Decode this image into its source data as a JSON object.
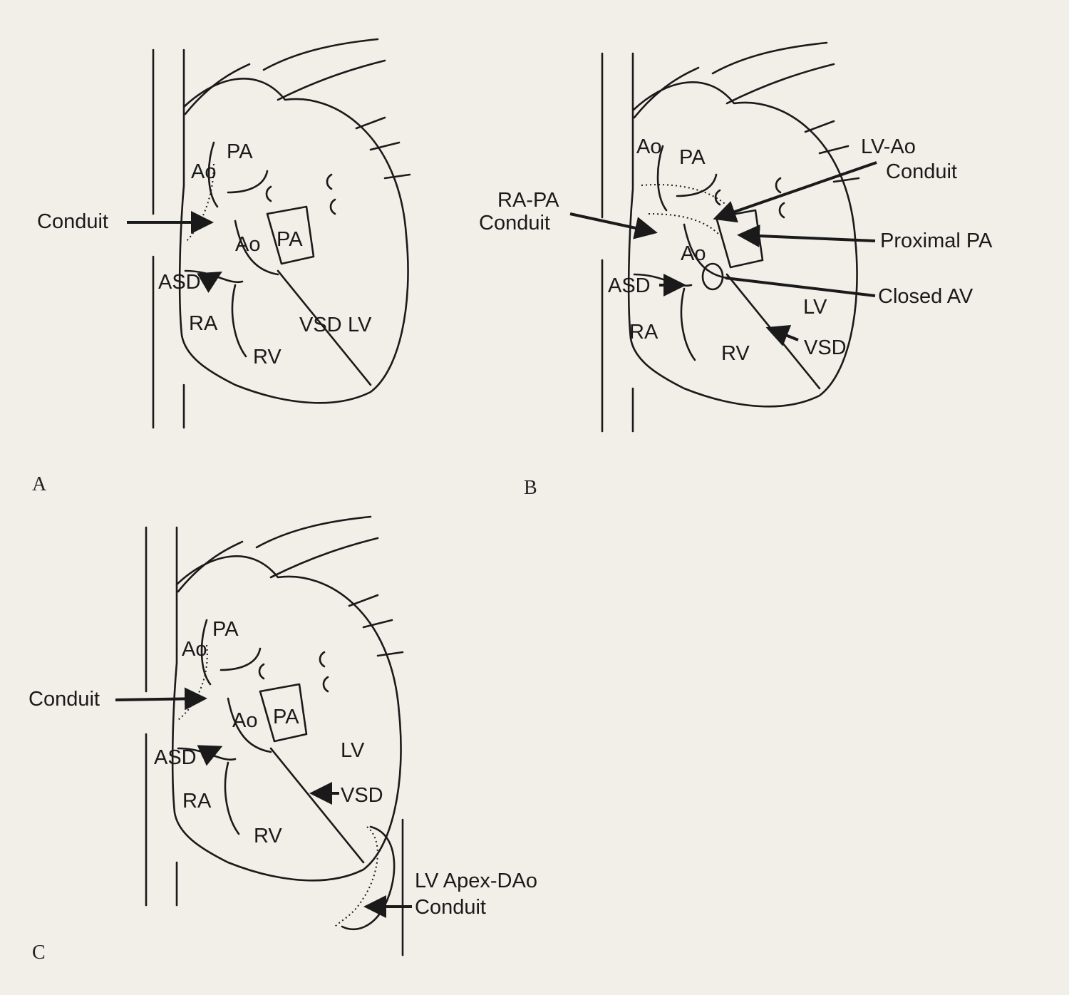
{
  "panels": {
    "a": {
      "letter": "A",
      "labels": {
        "ao_upper": "Ao",
        "pa_upper": "PA",
        "conduit": "Conduit",
        "ao_lower": "Ao",
        "pa_lower": "PA",
        "asd": "ASD",
        "ra": "RA",
        "vsd": "VSD",
        "lv": "LV",
        "rv": "RV"
      }
    },
    "b": {
      "letter": "B",
      "labels": {
        "ao_upper": "Ao",
        "pa_upper": "PA",
        "lv_ao_1": "LV-Ao",
        "lv_ao_2": "Conduit",
        "ra_pa_1": "RA-PA",
        "ra_pa_2": "Conduit",
        "proximal_pa": "Proximal PA",
        "ao_lower": "Ao",
        "asd": "ASD",
        "closed_av": "Closed AV",
        "lv": "LV",
        "ra": "RA",
        "vsd": "VSD",
        "rv": "RV"
      }
    },
    "c": {
      "letter": "C",
      "labels": {
        "pa_upper": "PA",
        "ao_upper": "Ao",
        "conduit": "Conduit",
        "ao_lower": "Ao",
        "pa_lower": "PA",
        "asd": "ASD",
        "lv": "LV",
        "vsd": "VSD",
        "ra": "RA",
        "rv": "RV",
        "apex_1": "LV Apex-DAo",
        "apex_2": "Conduit"
      }
    }
  }
}
